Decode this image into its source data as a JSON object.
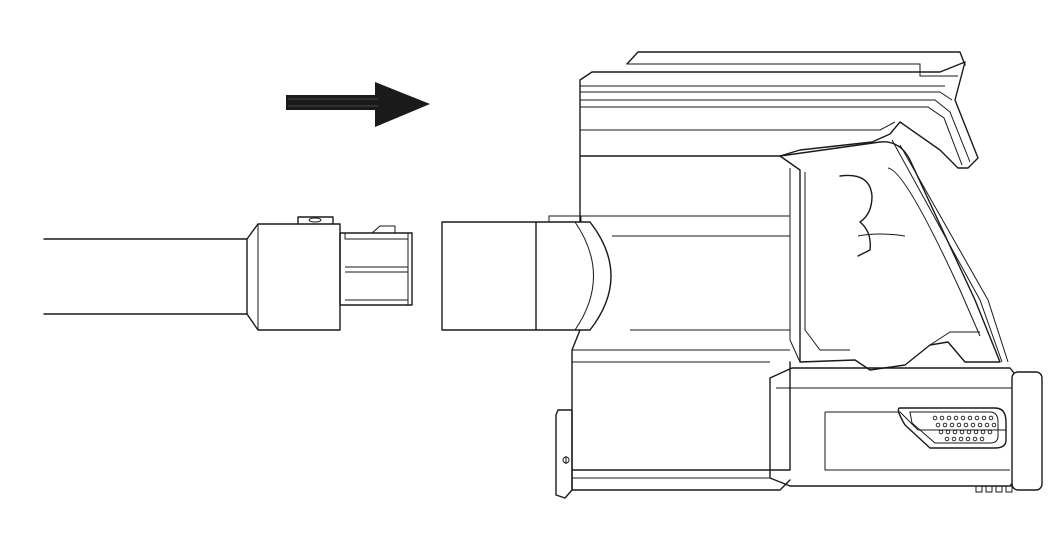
{
  "figure": {
    "description_free": true,
    "line_color": "#1a1a1a",
    "background": "#ffffff",
    "arrow_direction": "right",
    "parts": [
      "arrow-icon",
      "extension-tube",
      "tube-connector",
      "handheld-unit"
    ]
  }
}
